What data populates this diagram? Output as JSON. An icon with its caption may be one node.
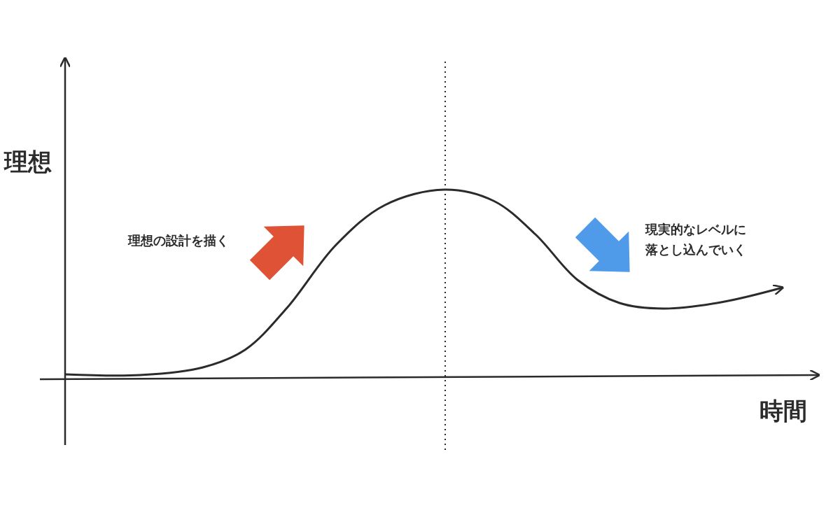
{
  "diagram": {
    "labels": [
      "理想",
      "時間",
      "理想の設計を描く",
      "現実的なレベルに落とし込んでいく"
    ]
  }
}
